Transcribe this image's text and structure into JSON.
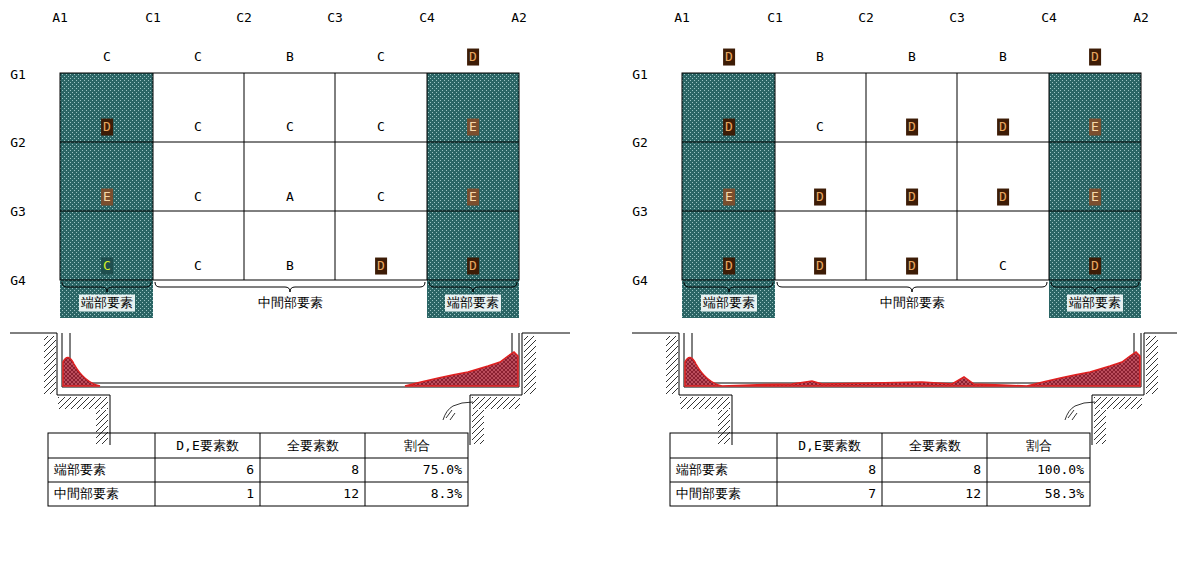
{
  "diagram": {
    "labels": [
      "A1",
      "C1",
      "C2",
      "C3",
      "C4",
      "A2",
      "G1",
      "G2",
      "G3",
      "G4",
      "C",
      "C",
      "B",
      "C",
      "D",
      "D",
      "C",
      "C",
      "C",
      "E",
      "E",
      "C",
      "A",
      "C",
      "E",
      "C",
      "C",
      "B",
      "D",
      "D",
      "端部要素",
      "中間部要素",
      "端部要素",
      "D,E要素数",
      "全要素数",
      "割合",
      "端部要素",
      "6",
      "8",
      "75.0%",
      "中間部要素",
      "1",
      "12",
      "8.3%",
      "A1",
      "C1",
      "C2",
      "C3",
      "C4",
      "A2",
      "G1",
      "G2",
      "G3",
      "G4",
      "D",
      "B",
      "B",
      "B",
      "D",
      "D",
      "C",
      "D",
      "D",
      "E",
      "E",
      "D",
      "D",
      "D",
      "E",
      "D",
      "D",
      "D",
      "C",
      "D",
      "端部要素",
      "中間部要素",
      "端部要素",
      "D,E要素数",
      "全要素数",
      "割合",
      "端部要素",
      "8",
      "8",
      "100.0%",
      "中間部要素",
      "7",
      "12",
      "58.3%"
    ]
  }
}
